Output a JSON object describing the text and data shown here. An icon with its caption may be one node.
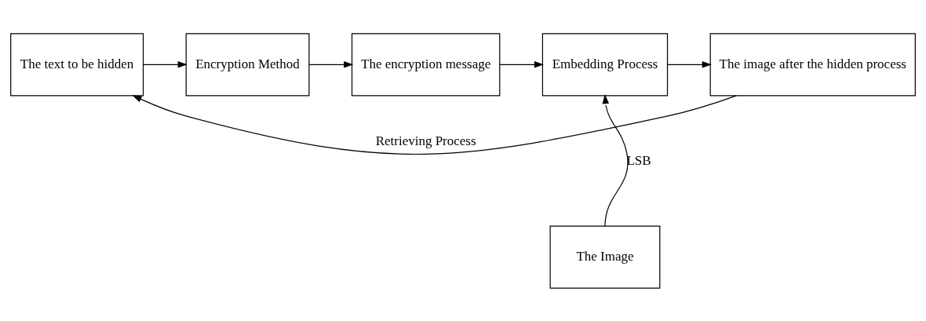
{
  "diagram": {
    "nodes": [
      {
        "text": [
          "The text to be hidden"
        ]
      },
      {
        "text": [
          "Encryption Method"
        ]
      },
      {
        "text": [
          "The encryption message"
        ]
      },
      {
        "text": [
          "Embedding Process"
        ]
      },
      {
        "text": [
          "The image after the hidden process"
        ]
      },
      {
        "text": [
          "The Image"
        ]
      }
    ],
    "edges": [
      {
        "from": 0,
        "to": 1,
        "arrow": "to"
      },
      {
        "from": 1,
        "to": 2,
        "arrow": "to"
      },
      {
        "from": 2,
        "to": 3,
        "arrow": "to"
      },
      {
        "from": 3,
        "to": 4,
        "arrow": "to"
      },
      {
        "from": 5,
        "to": 3,
        "arrow": "to",
        "label": "LSB"
      },
      {
        "from": 4,
        "to": 0,
        "arrow": "to",
        "label": "Retrieving Process"
      }
    ]
  }
}
